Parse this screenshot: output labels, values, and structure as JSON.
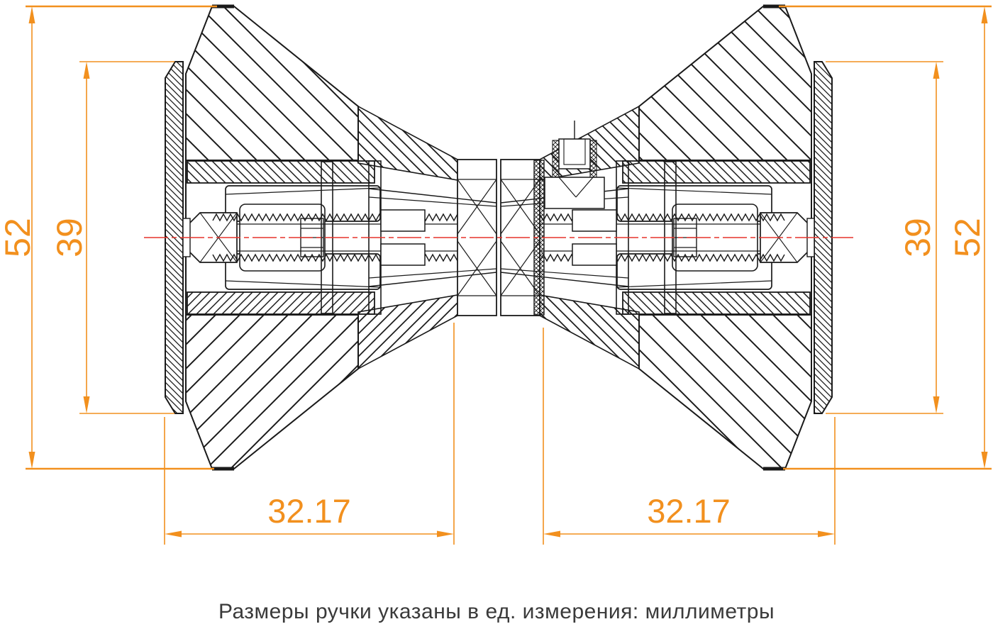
{
  "drawing": {
    "type": "technical-section-drawing",
    "subject": "door handle knob cross-section",
    "caption": "Размеры ручки указаны в ед. измерения: миллиметры"
  },
  "dimensions": {
    "left_outer": {
      "value": "52",
      "orientation": "vertical",
      "meaning": "knob outer diameter"
    },
    "left_inner": {
      "value": "39",
      "orientation": "vertical",
      "meaning": "rosette plate diameter"
    },
    "right_inner": {
      "value": "39",
      "orientation": "vertical",
      "meaning": "rosette plate diameter"
    },
    "right_outer": {
      "value": "52",
      "orientation": "vertical",
      "meaning": "knob outer diameter"
    },
    "bottom_left": {
      "value": "32.17",
      "orientation": "horizontal",
      "meaning": "knob depth"
    },
    "bottom_right": {
      "value": "32.17",
      "orientation": "horizontal",
      "meaning": "knob depth"
    }
  },
  "colors": {
    "dimension_accent": "#F2901E",
    "centerline_red": "#E6342C",
    "linework": "#1a1a1a",
    "caption_text": "#3a3a3a",
    "background": "#ffffff"
  }
}
